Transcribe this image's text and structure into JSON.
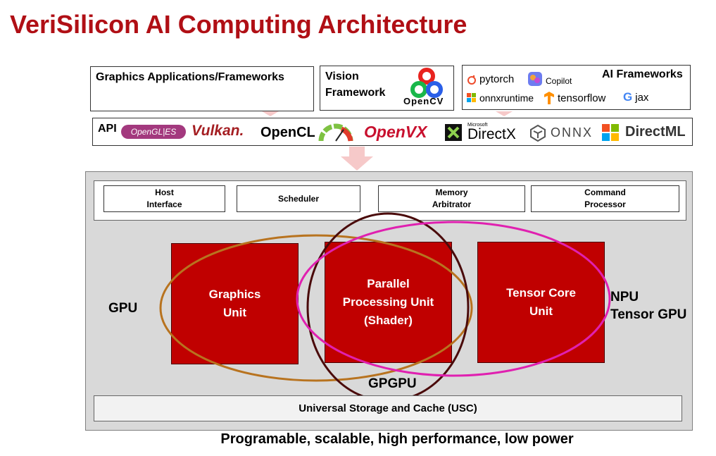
{
  "title": "VeriSilicon AI Computing Architecture",
  "graphics_box": "Graphics Applications/Frameworks",
  "vision_box": {
    "label": "Vision\nFramework",
    "logo": "OpenCV"
  },
  "ai_box": {
    "label": "AI Frameworks",
    "frameworks": [
      "pytorch",
      "Copilot",
      "onnxruntime",
      "tensorflow",
      "jax"
    ]
  },
  "api_bar": {
    "label": "API",
    "apis": [
      "OpenGL|ES",
      "Vulkan.",
      "OpenCL",
      "OpenVX",
      "Microsoft",
      "DirectX",
      "ONNX",
      "DirectML"
    ]
  },
  "top_units": [
    "Host\nInterface",
    "Scheduler",
    "Memory\nArbitrator",
    "Command\nProcessor"
  ],
  "cores": {
    "graphics": "Graphics\nUnit",
    "parallel": "Parallel\nProcessing  Unit\n(Shader)",
    "tensor": "Tensor Core\nUnit"
  },
  "side_labels": {
    "gpu": "GPU",
    "npu": "NPU\nTensor GPU",
    "gpgpu": "GPGPU"
  },
  "usc": "Universal Storage and Cache (USC)",
  "tagline": "Programable, scalable, high performance, low power",
  "colors": {
    "title": "#b00f15",
    "core_fill": "#c00000",
    "gpu_ellipse": "#b8731f",
    "gpgpu_ellipse": "#4a0a0a",
    "npu_ellipse": "#e020b0",
    "arrow": "#f6c9c9"
  }
}
